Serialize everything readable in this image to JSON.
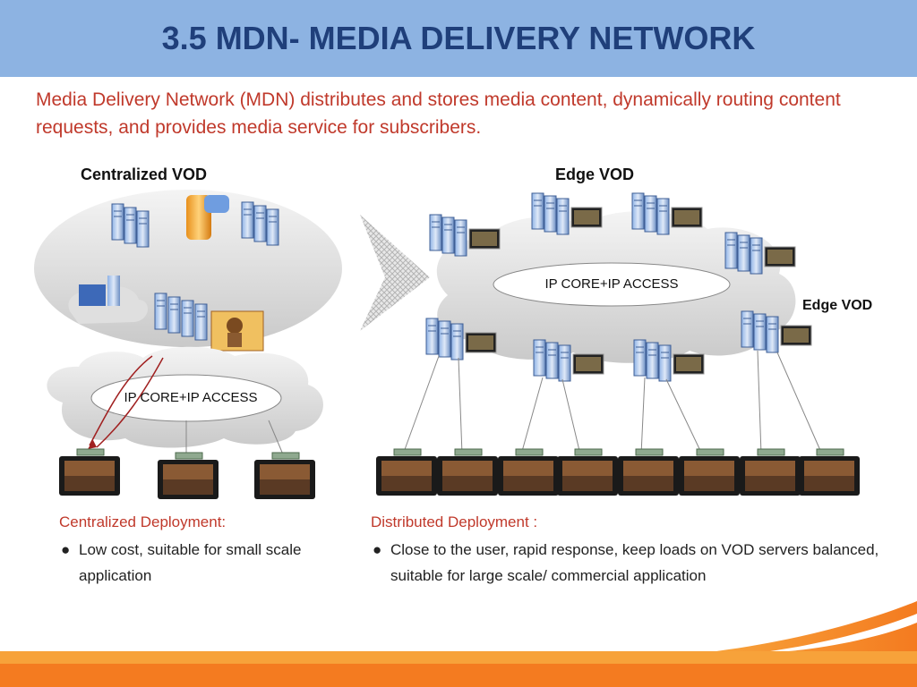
{
  "slide": {
    "title": "3.5 MDN- MEDIA DELIVERY NETWORK",
    "intro": "Media Delivery Network (MDN) distributes and stores media content, dynamically routing content requests, and provides media service for subscribers."
  },
  "left_diagram": {
    "label": "Centralized VOD",
    "cloud_label": "IP CORE+IP ACCESS"
  },
  "right_diagram": {
    "label": "Edge VOD",
    "side_label": "Edge VOD",
    "cloud_label": "IP CORE+IP ACCESS"
  },
  "centralized": {
    "title": "Centralized Deployment:",
    "bullet": "Low cost, suitable for small scale application"
  },
  "distributed": {
    "title": "Distributed Deployment :",
    "bullet": "Close to the user, rapid response, keep loads on VOD servers balanced, suitable for large scale/ commercial application"
  },
  "colors": {
    "title_bar": "#8db3e2",
    "title_text": "#1f3f7a",
    "accent_red": "#c0392b",
    "footer_orange": "#f28c1e"
  }
}
